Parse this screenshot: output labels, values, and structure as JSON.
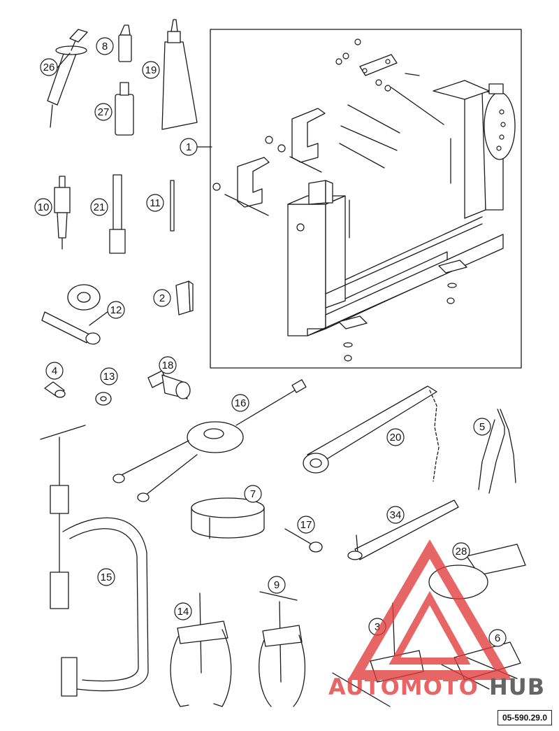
{
  "figure": {
    "reference_code": "05-590.29.0",
    "callouts": [
      {
        "id": "c26",
        "label": "26"
      },
      {
        "id": "c8",
        "label": "8"
      },
      {
        "id": "c19",
        "label": "19"
      },
      {
        "id": "c27",
        "label": "27"
      },
      {
        "id": "c1",
        "label": "1"
      },
      {
        "id": "c10",
        "label": "10"
      },
      {
        "id": "c21",
        "label": "21"
      },
      {
        "id": "c11",
        "label": "11"
      },
      {
        "id": "c12",
        "label": "12"
      },
      {
        "id": "c2",
        "label": "2"
      },
      {
        "id": "c4",
        "label": "4"
      },
      {
        "id": "c13",
        "label": "13"
      },
      {
        "id": "c18",
        "label": "18"
      },
      {
        "id": "c16",
        "label": "16"
      },
      {
        "id": "c20",
        "label": "20"
      },
      {
        "id": "c5",
        "label": "5"
      },
      {
        "id": "c7",
        "label": "7"
      },
      {
        "id": "c17",
        "label": "17"
      },
      {
        "id": "c34",
        "label": "34"
      },
      {
        "id": "c15",
        "label": "15"
      },
      {
        "id": "c28",
        "label": "28"
      },
      {
        "id": "c14",
        "label": "14"
      },
      {
        "id": "c9",
        "label": "9"
      },
      {
        "id": "c3",
        "label": "3"
      },
      {
        "id": "c6",
        "label": "6"
      }
    ]
  },
  "watermark": {
    "text_a": "AUTOMOTO",
    "text_b": "HUB",
    "color_red": "#e23b3b",
    "color_dark": "#3a3a3a"
  }
}
